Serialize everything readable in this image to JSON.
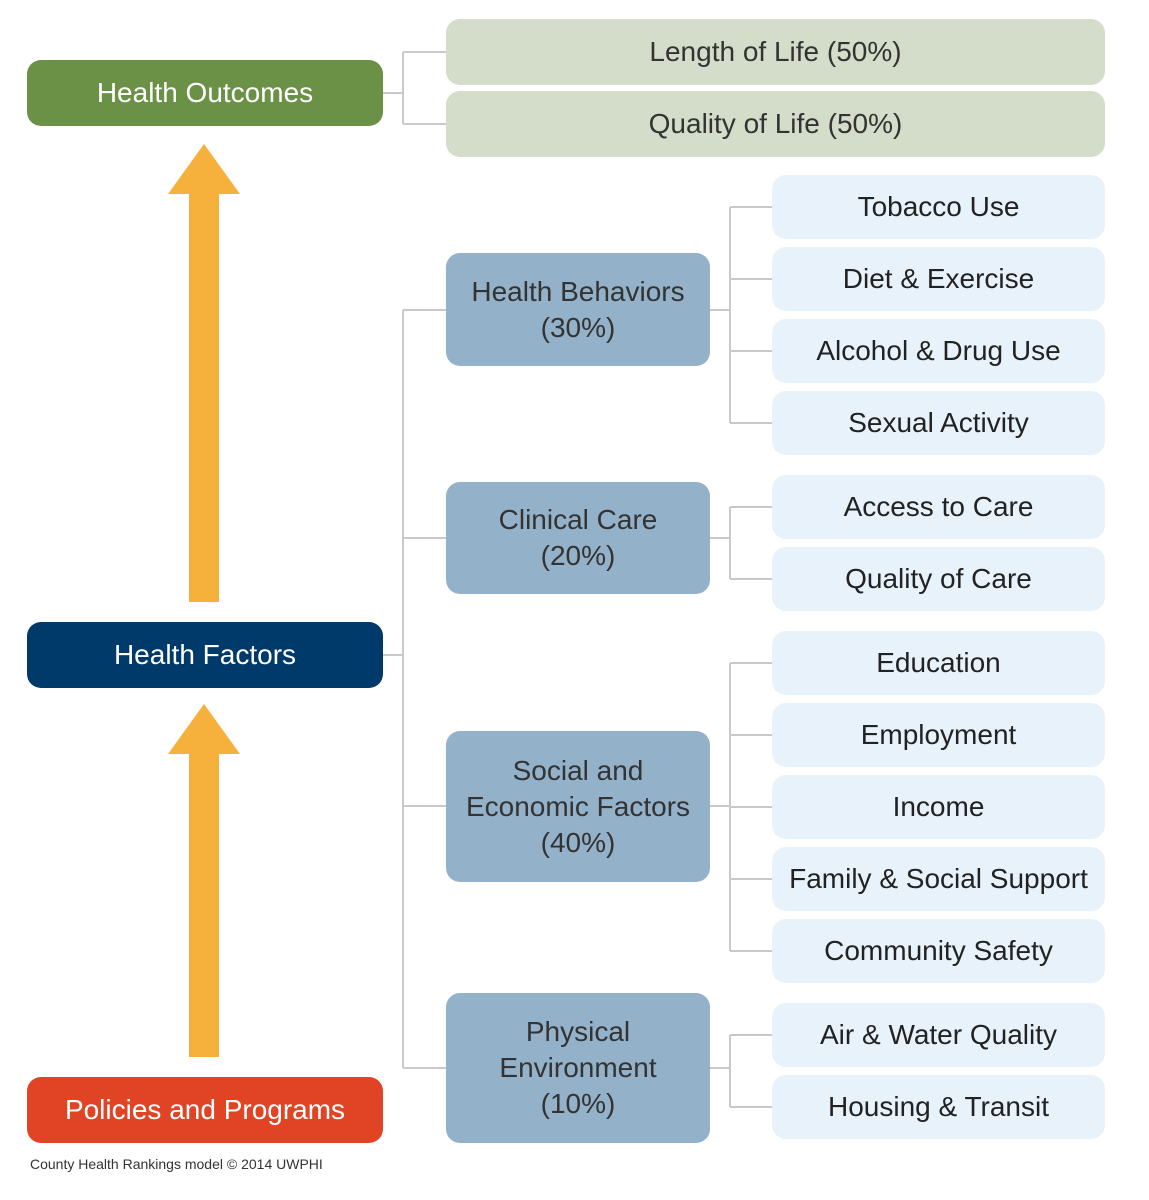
{
  "colors": {
    "outcomes": "#6b9146",
    "factors_root": "#003a6b",
    "policies": "#e04424",
    "arrow": "#f6b03c",
    "outcome_box": "#d4ddc9",
    "factor_box": "#93b1c8",
    "leaf_box": "#e8f2fa",
    "connector": "#c9c9c9"
  },
  "left": {
    "health_outcomes": "Health Outcomes",
    "health_factors": "Health Factors",
    "policies": "Policies and Programs"
  },
  "outcomes": [
    "Length of Life (50%)",
    "Quality of Life (50%)"
  ],
  "factors": [
    {
      "label": "Health Behaviors\n(30%)",
      "items": [
        "Tobacco Use",
        "Diet & Exercise",
        "Alcohol & Drug Use",
        "Sexual Activity"
      ]
    },
    {
      "label": "Clinical Care\n(20%)",
      "items": [
        "Access to Care",
        "Quality of Care"
      ]
    },
    {
      "label": "Social and\nEconomic Factors\n(40%)",
      "items": [
        "Education",
        "Employment",
        "Income",
        "Family & Social Support",
        "Community Safety"
      ]
    },
    {
      "label": "Physical\nEnvironment\n(10%)",
      "items": [
        "Air & Water Quality",
        "Housing & Transit"
      ]
    }
  ],
  "credit": "County Health Rankings model © 2014 UWPHI"
}
